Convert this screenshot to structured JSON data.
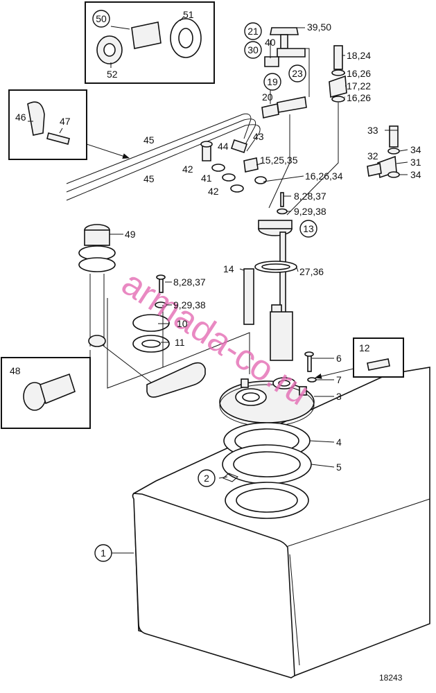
{
  "drawing_number": "18243",
  "watermark": "armada-co.ru",
  "circled_labels": [
    "50",
    "21",
    "30",
    "19",
    "23",
    "13",
    "2",
    "1"
  ],
  "labels": {
    "l51": "51",
    "l52": "52",
    "l3950": "39,50",
    "l40": "40",
    "l1824": "18,24",
    "l1626a": "16,26",
    "l1722": "17,22",
    "l1626b": "16,26",
    "l20": "20",
    "l46": "46",
    "l47": "47",
    "l43": "43",
    "l45a": "45",
    "l45b": "45",
    "l44": "44",
    "l152535": "15,25,35",
    "l42a": "42",
    "l41": "41",
    "l42b": "42",
    "l162634": "16,26,34",
    "l33": "33",
    "l34a": "34",
    "l32": "32",
    "l31": "31",
    "l34b": "34",
    "l82837a": "8,28,37",
    "l92938a": "9,29,38",
    "l49": "49",
    "l14": "14",
    "l2736": "27,36",
    "l82837b": "8,28,37",
    "l92938b": "9,29,38",
    "l10": "10",
    "l11": "11",
    "l12": "12",
    "l6": "6",
    "l48": "48",
    "l7": "7",
    "l3": "3",
    "l4": "4",
    "l5": "5"
  }
}
